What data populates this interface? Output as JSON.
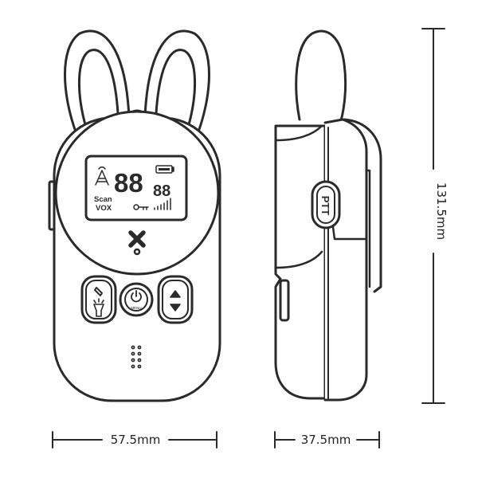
{
  "lcd": {
    "main_digits": "88",
    "small_digits": "88",
    "scan_label": "Scan",
    "vox_label": "VOX"
  },
  "buttons": {
    "menu_label": "MENU"
  },
  "side": {
    "ptt_label": "PTT"
  },
  "dimensions": {
    "width": "57.5mm",
    "depth": "37.5mm",
    "height": "131.5mm"
  }
}
